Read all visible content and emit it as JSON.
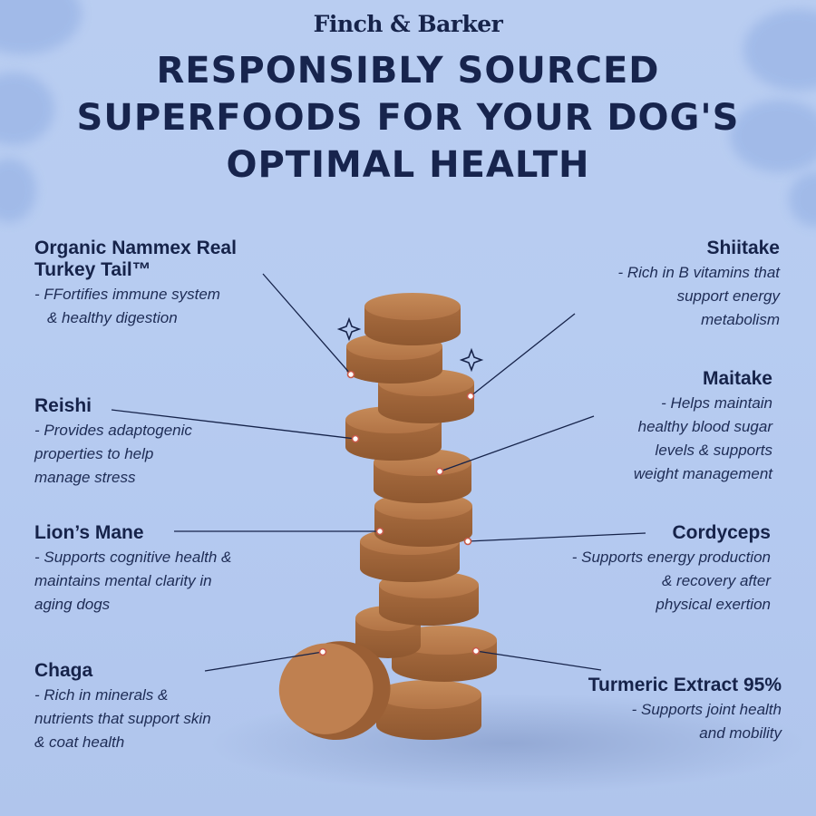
{
  "brand": "Finch & Barker",
  "headline": {
    "line1": "RESPONSIBLY SOURCED",
    "line2": "SUPERFOODS FOR YOUR DOG'S",
    "line3": "OPTIMAL HEALTH"
  },
  "ingredients_left": [
    {
      "name_line1": "Organic Nammex Real",
      "name_line2": "Turkey Tail™",
      "desc_line1": "- FFortifies immune system",
      "desc_line2": "& healthy digestion"
    },
    {
      "name": "Reishi",
      "desc_line1": "- Provides adaptogenic",
      "desc_line2": "properties to help",
      "desc_line3": "manage stress"
    },
    {
      "name": "Lion’s Mane",
      "desc_line1": "- Supports cognitive health &",
      "desc_line2": "maintains mental clarity in",
      "desc_line3": "aging dogs"
    },
    {
      "name": "Chaga",
      "desc_line1": "- Rich in minerals &",
      "desc_line2": "nutrients that support skin",
      "desc_line3": "& coat health"
    }
  ],
  "ingredients_right": [
    {
      "name": "Shiitake",
      "desc_line1": "- Rich in B vitamins that",
      "desc_line2": "support energy",
      "desc_line3": "metabolism"
    },
    {
      "name": "Maitake",
      "desc_line1": "- Helps maintain",
      "desc_line2": "healthy blood sugar",
      "desc_line3": "levels & supports",
      "desc_line4": "weight management"
    },
    {
      "name": "Cordyceps",
      "desc_line1": "- Supports energy production",
      "desc_line2": "& recovery after",
      "desc_line3": "physical exertion"
    },
    {
      "name": "Turmeric Extract 95%",
      "desc_line1": "- Supports joint health",
      "desc_line2": "and mobility"
    }
  ],
  "colors": {
    "background": "#b7ccf1",
    "text": "#16234a",
    "chew": "#b97a4a",
    "chew_dark": "#9a5f35"
  }
}
